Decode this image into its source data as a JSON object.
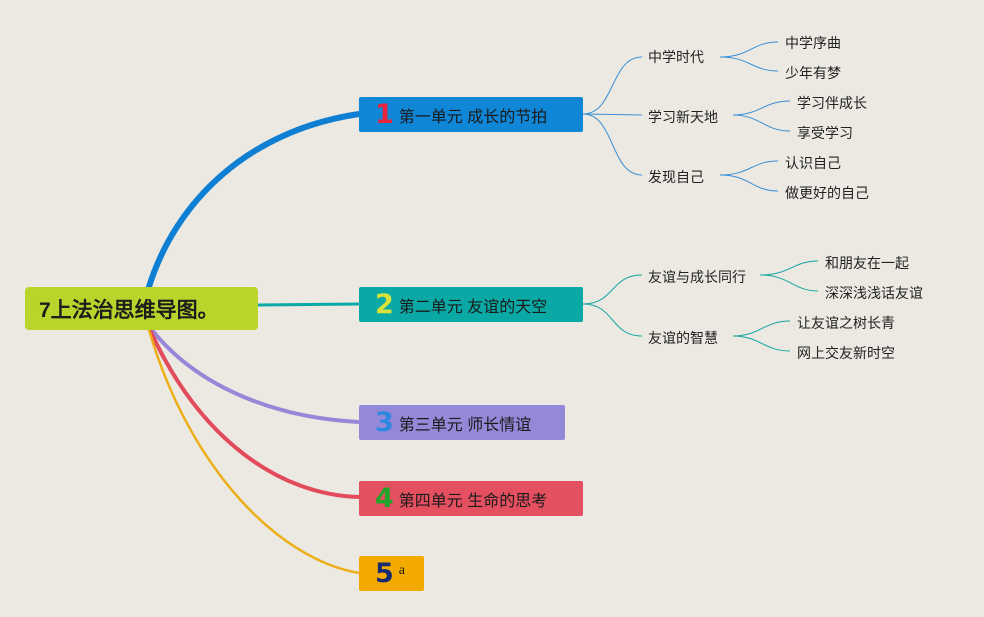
{
  "root": {
    "label": "7上法治思维导图。",
    "color": "#b9d52b"
  },
  "units": [
    {
      "num": "1",
      "label": "第一单元 成长的节拍",
      "color": "#0f86d6",
      "num_color": "#e8253a",
      "topics": [
        {
          "label": "中学时代",
          "items": [
            "中学序曲",
            "少年有梦"
          ]
        },
        {
          "label": "学习新天地",
          "items": [
            "学习伴成长",
            "享受学习"
          ]
        },
        {
          "label": "发现自己",
          "items": [
            "认识自己",
            "做更好的自己"
          ]
        }
      ]
    },
    {
      "num": "2",
      "label": "第二单元 友谊的天空",
      "color": "#0aa9a6",
      "num_color": "#d9e23a",
      "topics": [
        {
          "label": "友谊与成长同行",
          "items": [
            "和朋友在一起",
            "深深浅浅话友谊"
          ]
        },
        {
          "label": "友谊的智慧",
          "items": [
            "让友谊之树长青",
            "网上交友新时空"
          ]
        }
      ]
    },
    {
      "num": "3",
      "label": "第三单元 师长情谊",
      "color": "#9488d8",
      "num_color": "#2f88e0",
      "topics": []
    },
    {
      "num": "4",
      "label": "第四单元 生命的思考",
      "color": "#e55061",
      "num_color": "#22a32a",
      "topics": []
    },
    {
      "num": "5",
      "label": "a",
      "color": "#f2aa00",
      "num_color": "#1a2a70",
      "topics": []
    }
  ],
  "connector_colors": [
    "#0f7fd4",
    "#0aa9a6",
    "#9a86d8",
    "#e24b5c",
    "#edae1a"
  ]
}
